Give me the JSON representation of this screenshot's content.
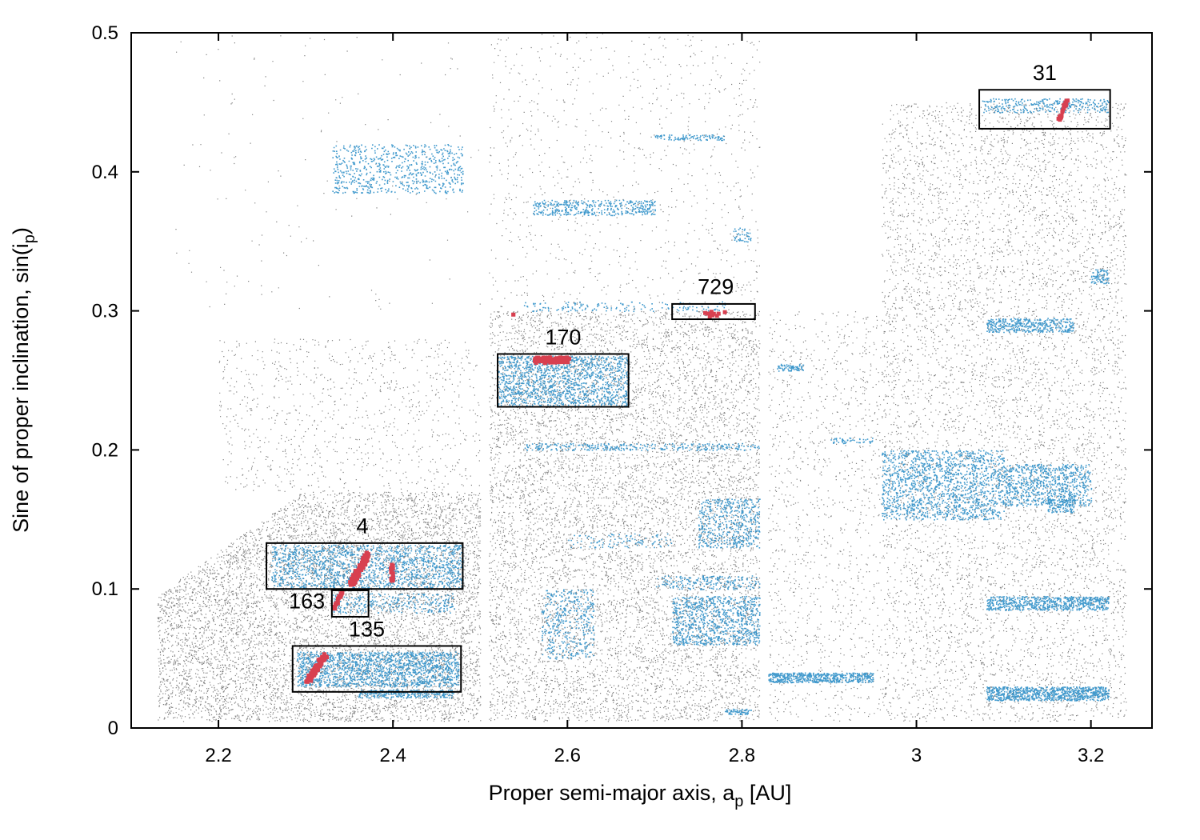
{
  "chart_data": {
    "type": "scatter",
    "title": "",
    "xlabel": "Proper semi-major axis, a",
    "xlabel_sub": "p",
    "xlabel_unit": " [AU]",
    "ylabel": "Sine of proper inclination, sin(i",
    "ylabel_sub": "p",
    "ylabel_close": ")",
    "xlim": [
      2.1,
      3.27
    ],
    "ylim": [
      0,
      0.5
    ],
    "grid": false,
    "legend": "none",
    "x_ticks": [
      {
        "value": 2.2,
        "label": "2.2"
      },
      {
        "value": 2.4,
        "label": "2.4"
      },
      {
        "value": 2.6,
        "label": "2.6"
      },
      {
        "value": 2.8,
        "label": "2.8"
      },
      {
        "value": 3.0,
        "label": "3"
      },
      {
        "value": 3.2,
        "label": "3.2"
      }
    ],
    "y_ticks": [
      {
        "value": 0,
        "label": "0"
      },
      {
        "value": 0.1,
        "label": "0.1"
      },
      {
        "value": 0.2,
        "label": "0.2"
      },
      {
        "value": 0.3,
        "label": "0.3"
      },
      {
        "value": 0.4,
        "label": "0.4"
      },
      {
        "value": 0.5,
        "label": "0.5"
      }
    ],
    "colors": {
      "background_asteroids": "#555555",
      "family_members": "#2e8fc8",
      "highlighted": "#d84050",
      "box": "#000000"
    },
    "family_boxes": [
      {
        "label": "4",
        "x": [
          2.255,
          2.48
        ],
        "y": [
          0.1,
          0.133
        ],
        "label_at": [
          2.365,
          0.14
        ]
      },
      {
        "label": "163",
        "x": [
          2.33,
          2.372
        ],
        "y": [
          0.08,
          0.099
        ],
        "label_at": [
          2.322,
          0.09
        ],
        "label_anchor": "end"
      },
      {
        "label": "135",
        "x": [
          2.285,
          2.478
        ],
        "y": [
          0.026,
          0.059
        ],
        "label_at": [
          2.37,
          0.066
        ]
      },
      {
        "label": "170",
        "x": [
          2.52,
          2.67
        ],
        "y": [
          0.231,
          0.269
        ],
        "label_at": [
          2.595,
          0.276
        ]
      },
      {
        "label": "729",
        "x": [
          2.72,
          2.815
        ],
        "y": [
          0.294,
          0.305
        ],
        "label_at": [
          2.77,
          0.312
        ]
      },
      {
        "label": "31",
        "x": [
          3.072,
          3.222
        ],
        "y": [
          0.431,
          0.459
        ],
        "label_at": [
          3.147,
          0.466
        ]
      }
    ],
    "background_regions": [
      {
        "x": [
          2.13,
          2.5
        ],
        "y": [
          0.005,
          0.17
        ],
        "n": 9000,
        "tri": true
      },
      {
        "x": [
          2.2,
          2.5
        ],
        "y": [
          0.17,
          0.28
        ],
        "n": 900
      },
      {
        "x": [
          2.51,
          2.82
        ],
        "y": [
          0.005,
          0.3
        ],
        "n": 9000
      },
      {
        "x": [
          2.51,
          2.82
        ],
        "y": [
          0.3,
          0.5
        ],
        "n": 900
      },
      {
        "x": [
          2.83,
          2.96
        ],
        "y": [
          0.005,
          0.3
        ],
        "n": 1200
      },
      {
        "x": [
          2.96,
          3.24
        ],
        "y": [
          0.005,
          0.45
        ],
        "n": 7000
      },
      {
        "x": [
          2.15,
          2.5
        ],
        "y": [
          0.3,
          0.5
        ],
        "n": 150
      }
    ],
    "family_members": [
      {
        "x": [
          2.33,
          2.48
        ],
        "y": [
          0.385,
          0.42
        ],
        "n": 700
      },
      {
        "x": [
          2.26,
          2.48
        ],
        "y": [
          0.101,
          0.132
        ],
        "n": 1500
      },
      {
        "x": [
          2.33,
          2.47
        ],
        "y": [
          0.083,
          0.097
        ],
        "n": 300
      },
      {
        "x": [
          2.29,
          2.475
        ],
        "y": [
          0.03,
          0.055
        ],
        "n": 1600
      },
      {
        "x": [
          2.36,
          2.47
        ],
        "y": [
          0.022,
          0.028
        ],
        "n": 300
      },
      {
        "x": [
          2.52,
          2.67
        ],
        "y": [
          0.232,
          0.268
        ],
        "n": 1400
      },
      {
        "x": [
          2.55,
          2.82
        ],
        "y": [
          0.2,
          0.205
        ],
        "n": 300
      },
      {
        "x": [
          2.56,
          2.7
        ],
        "y": [
          0.369,
          0.38
        ],
        "n": 400
      },
      {
        "x": [
          2.55,
          2.78
        ],
        "y": [
          0.3,
          0.307
        ],
        "n": 150
      },
      {
        "x": [
          2.57,
          2.63
        ],
        "y": [
          0.05,
          0.1
        ],
        "n": 400
      },
      {
        "x": [
          2.7,
          2.82
        ],
        "y": [
          0.1,
          0.11
        ],
        "n": 200
      },
      {
        "x": [
          2.72,
          2.82
        ],
        "y": [
          0.06,
          0.095
        ],
        "n": 900
      },
      {
        "x": [
          2.75,
          2.82
        ],
        "y": [
          0.13,
          0.165
        ],
        "n": 500
      },
      {
        "x": [
          2.7,
          2.78
        ],
        "y": [
          0.423,
          0.427
        ],
        "n": 100
      },
      {
        "x": [
          2.79,
          2.81
        ],
        "y": [
          0.35,
          0.36
        ],
        "n": 40
      },
      {
        "x": [
          2.78,
          2.81
        ],
        "y": [
          0.01,
          0.014
        ],
        "n": 60
      },
      {
        "x": [
          2.83,
          2.95
        ],
        "y": [
          0.033,
          0.04
        ],
        "n": 600
      },
      {
        "x": [
          2.84,
          2.87
        ],
        "y": [
          0.257,
          0.262
        ],
        "n": 80
      },
      {
        "x": [
          2.9,
          2.95
        ],
        "y": [
          0.205,
          0.209
        ],
        "n": 50
      },
      {
        "x": [
          2.96,
          3.1
        ],
        "y": [
          0.15,
          0.2
        ],
        "n": 1500
      },
      {
        "x": [
          3.1,
          3.2
        ],
        "y": [
          0.16,
          0.19
        ],
        "n": 800
      },
      {
        "x": [
          3.075,
          3.22
        ],
        "y": [
          0.443,
          0.453
        ],
        "n": 300
      },
      {
        "x": [
          3.08,
          3.22
        ],
        "y": [
          0.02,
          0.03
        ],
        "n": 900
      },
      {
        "x": [
          3.08,
          3.22
        ],
        "y": [
          0.085,
          0.095
        ],
        "n": 700
      },
      {
        "x": [
          3.08,
          3.18
        ],
        "y": [
          0.285,
          0.295
        ],
        "n": 400
      },
      {
        "x": [
          3.2,
          3.22
        ],
        "y": [
          0.32,
          0.33
        ],
        "n": 80
      },
      {
        "x": [
          2.6,
          2.72
        ],
        "y": [
          0.13,
          0.14
        ],
        "n": 100
      },
      {
        "x": [
          3.15,
          3.18
        ],
        "y": [
          0.155,
          0.165
        ],
        "n": 100
      }
    ],
    "highlighted_members": [
      {
        "x": [
          2.35,
          2.37
        ],
        "y": [
          0.105,
          0.127
        ],
        "n": 120,
        "diag": true
      },
      {
        "x": [
          2.395,
          2.398
        ],
        "y": [
          0.107,
          0.12
        ],
        "n": 20
      },
      {
        "x": [
          2.33,
          2.34
        ],
        "y": [
          0.087,
          0.099
        ],
        "n": 25,
        "diag": true
      },
      {
        "x": [
          2.3,
          2.32
        ],
        "y": [
          0.035,
          0.054
        ],
        "n": 80,
        "diag": true
      },
      {
        "x": [
          2.56,
          2.6
        ],
        "y": [
          0.264,
          0.268
        ],
        "n": 90
      },
      {
        "x": [
          2.535,
          2.536
        ],
        "y": [
          0.298,
          0.299
        ],
        "n": 2
      },
      {
        "x": [
          2.755,
          2.78
        ],
        "y": [
          0.297,
          0.301
        ],
        "n": 10
      },
      {
        "x": [
          3.16,
          3.17
        ],
        "y": [
          0.437,
          0.452
        ],
        "n": 25,
        "diag": true
      }
    ]
  }
}
